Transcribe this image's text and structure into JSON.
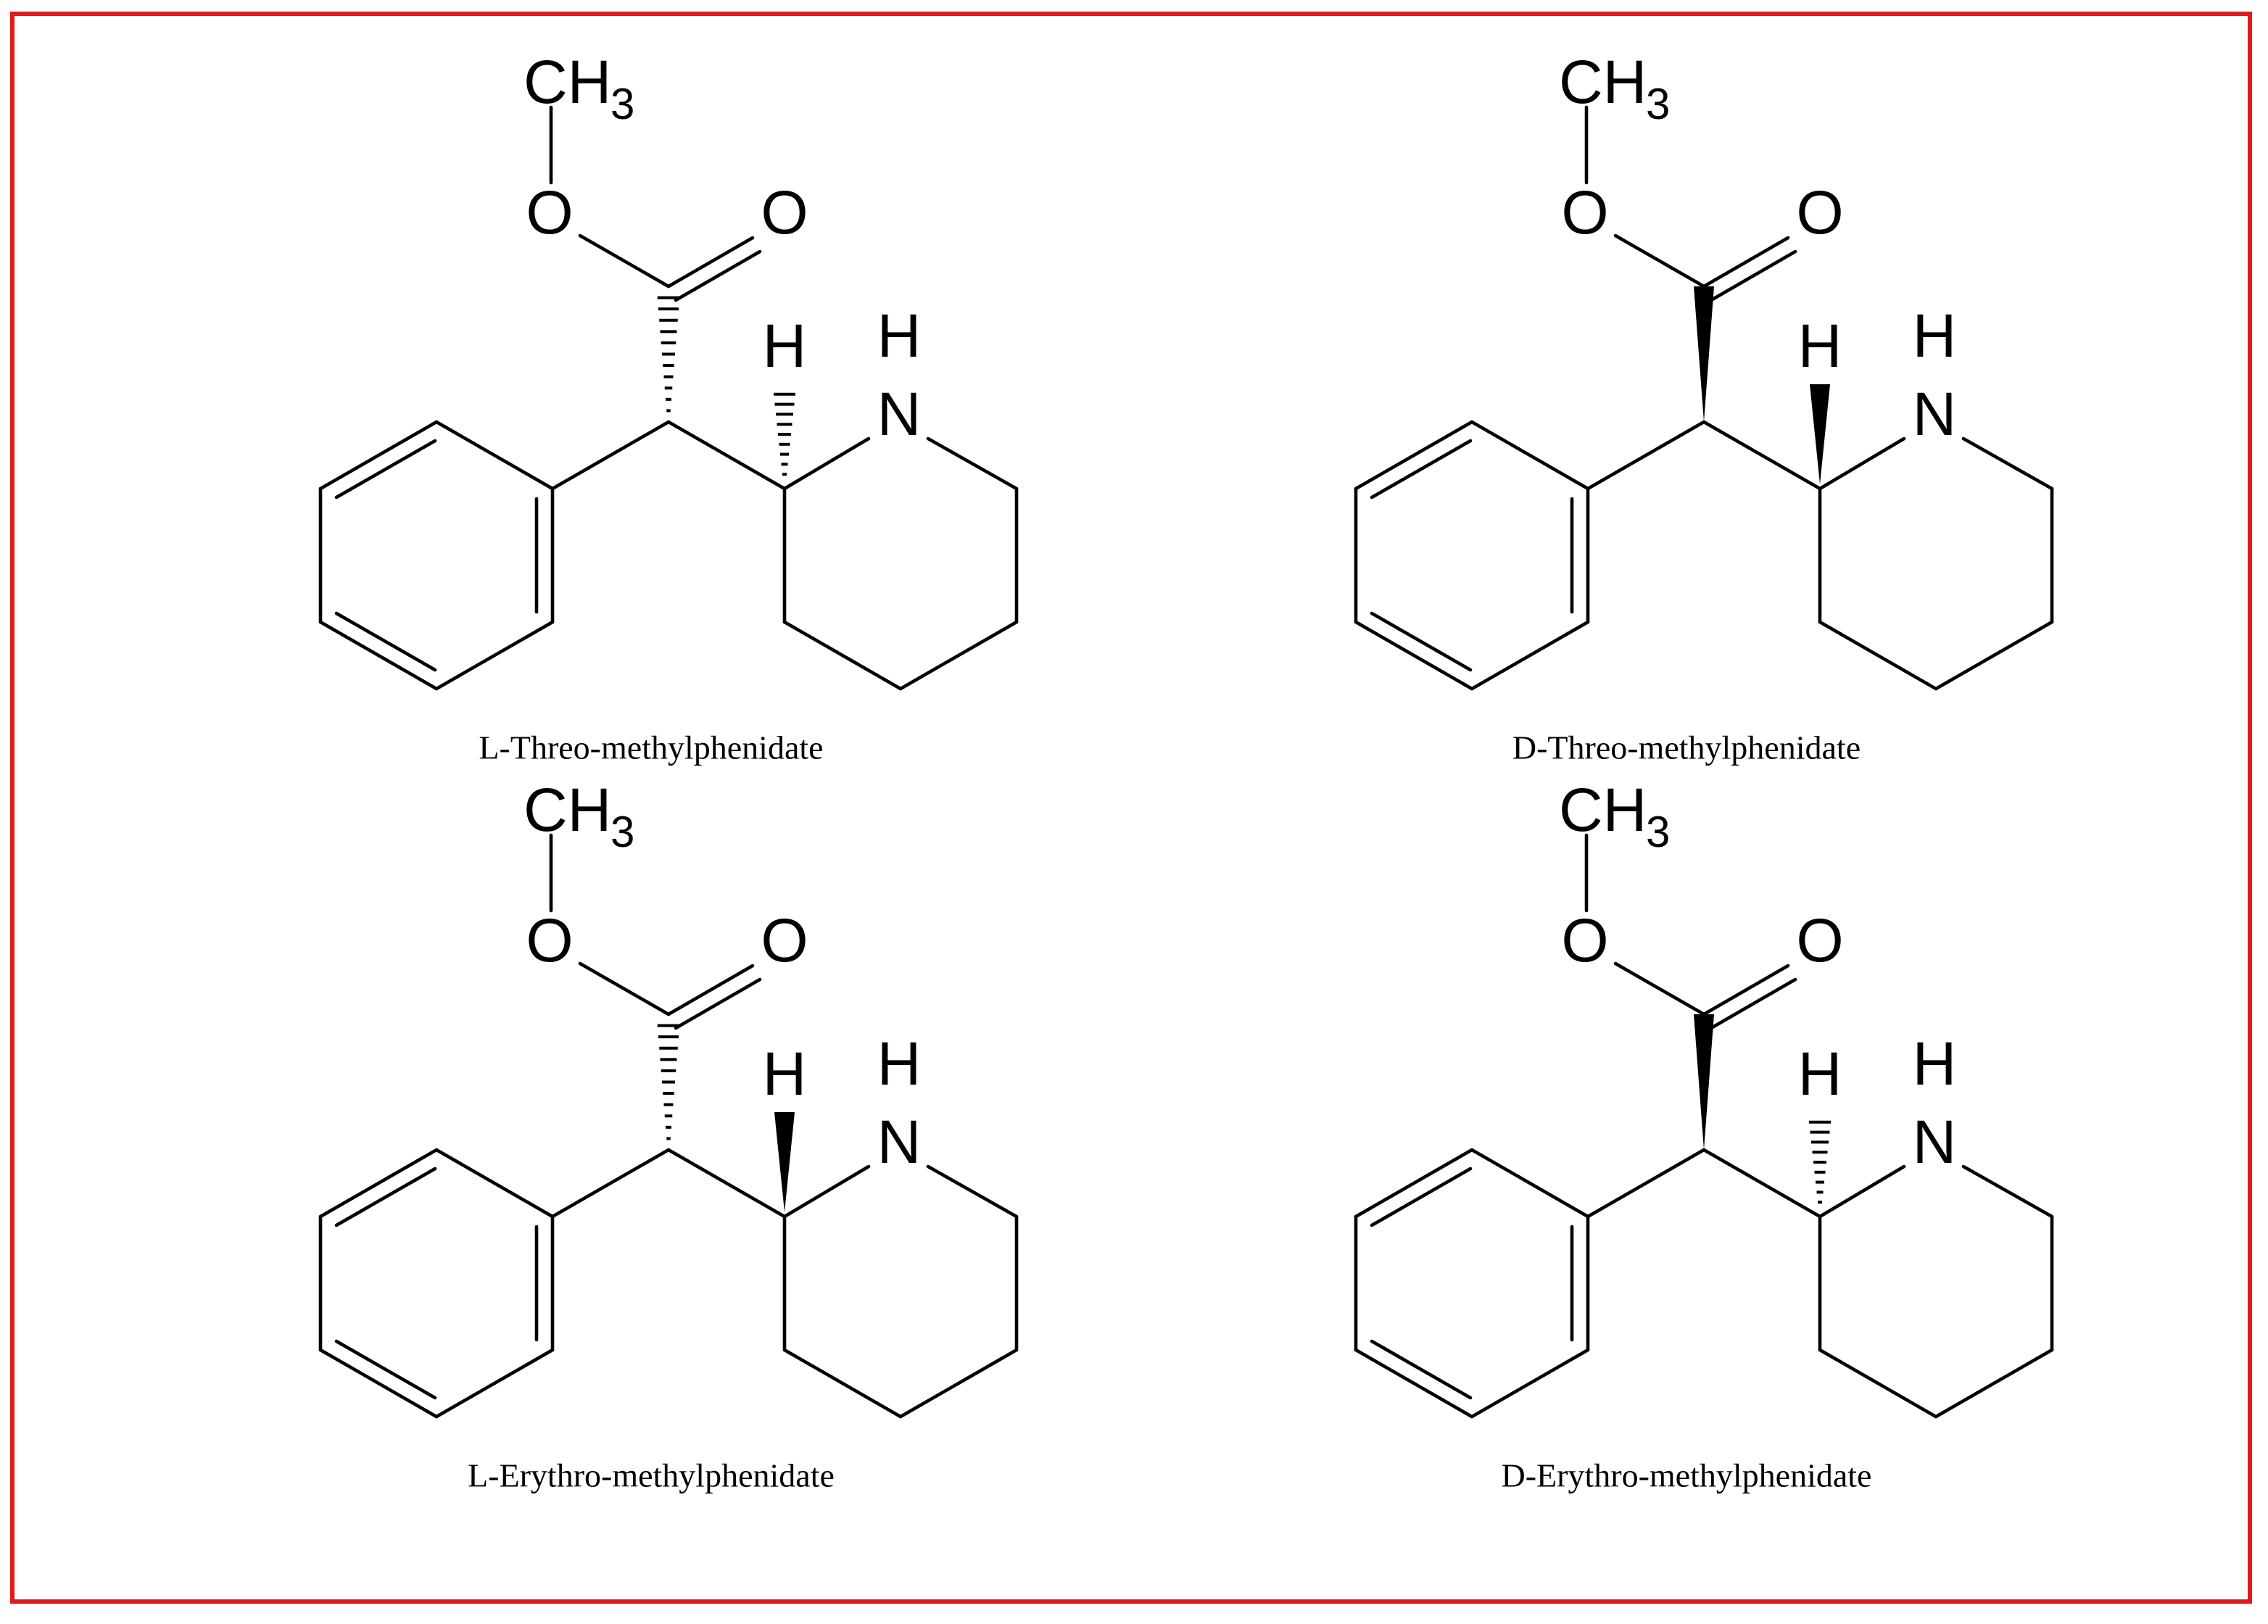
{
  "colors": {
    "frame_border": "#e01b1b",
    "ink": "#000000",
    "background": "#ffffff"
  },
  "atoms": {
    "carbon_methyl": "CH",
    "methyl_subscript": "3",
    "oxygen": "O",
    "nitrogen": "N",
    "hydrogen": "H"
  },
  "molecules": [
    {
      "caption": "L-Threo-methylphenidate",
      "ester_bond": "hashed",
      "ring_h_bond": "hashed"
    },
    {
      "caption": "D-Threo-methylphenidate",
      "ester_bond": "wedge",
      "ring_h_bond": "wedge"
    },
    {
      "caption": "L-Erythro-methylphenidate",
      "ester_bond": "hashed",
      "ring_h_bond": "wedge"
    },
    {
      "caption": "D-Erythro-methylphenidate",
      "ester_bond": "wedge",
      "ring_h_bond": "hashed"
    }
  ]
}
